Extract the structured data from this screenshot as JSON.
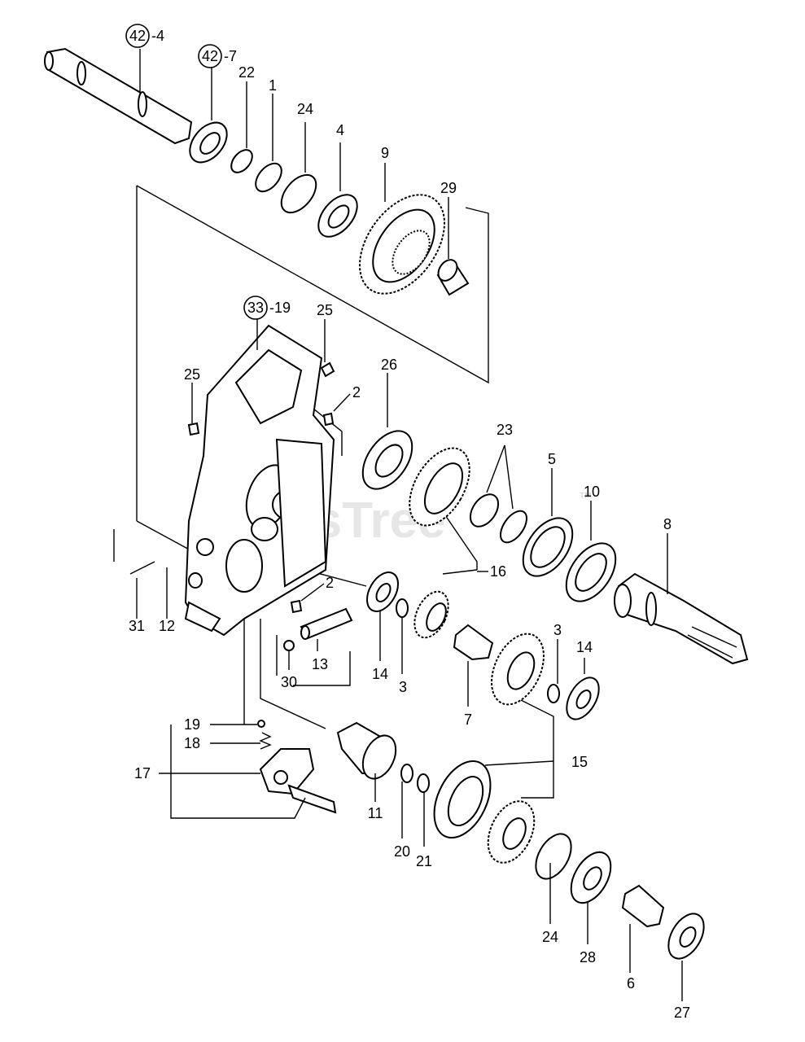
{
  "watermark": "PartsTree",
  "trademark": "TM",
  "callouts": {
    "c42_4": {
      "ref": "42",
      "suffix": "-4"
    },
    "c42_7": {
      "ref": "42",
      "suffix": "-7"
    },
    "c33_19": {
      "ref": "33",
      "suffix": "-19"
    }
  },
  "labels": {
    "l22": "22",
    "l1": "1",
    "l24a": "24",
    "l4": "4",
    "l9": "9",
    "l29": "29",
    "l25a": "25",
    "l25b": "25",
    "l2a": "2",
    "l2b": "2",
    "l26": "26",
    "l23": "23",
    "l5": "5",
    "l10": "10",
    "l8": "8",
    "l16": "16",
    "l31": "31",
    "l12": "12",
    "l14a": "14",
    "l3a": "3",
    "l3b": "3",
    "l14b": "14",
    "l30": "30",
    "l13": "13",
    "l7": "7",
    "l15": "15",
    "l19": "19",
    "l18": "18",
    "l17": "17",
    "l11": "11",
    "l20": "20",
    "l21": "21",
    "l24b": "24",
    "l28": "28",
    "l6": "6",
    "l27": "27"
  }
}
